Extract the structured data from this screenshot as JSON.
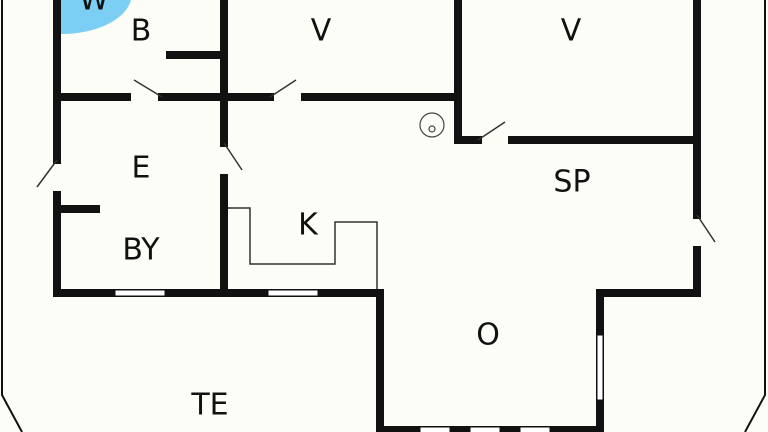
{
  "rooms": {
    "w": "W",
    "b": "B",
    "v1": "V",
    "v2": "V",
    "e": "E",
    "sp": "SP",
    "k": "K",
    "by": "BY",
    "o": "O",
    "te": "TE"
  },
  "colors": {
    "wall": "#111111",
    "background": "#fdfdf8",
    "accent": "#7ccff4"
  }
}
